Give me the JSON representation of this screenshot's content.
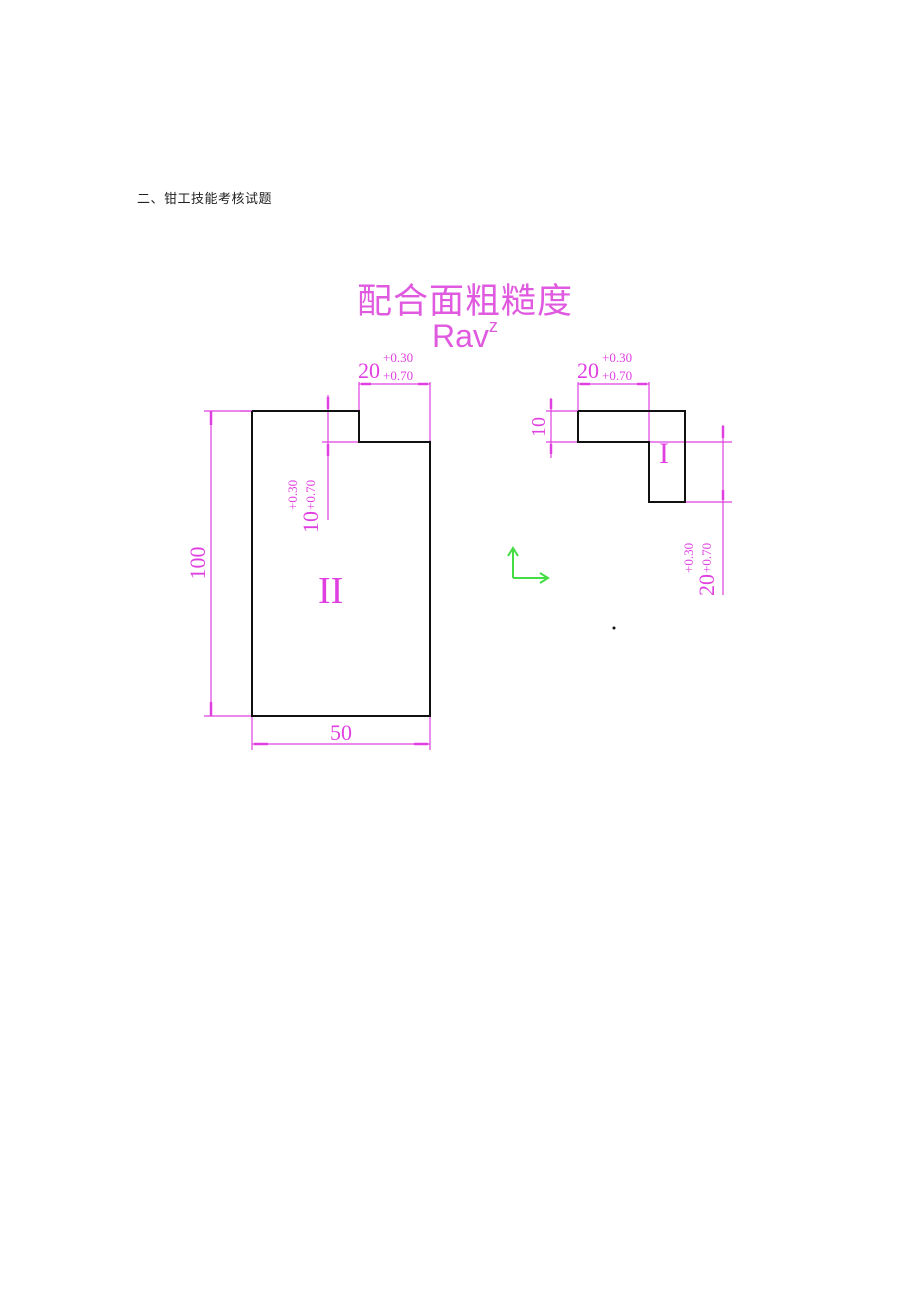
{
  "document": {
    "heading": "二、钳工技能考核试题"
  },
  "annotation": {
    "roughness_title": "配合面粗糙度",
    "roughness_symbol": "Rav",
    "roughness_superscript": "z"
  },
  "part_II": {
    "label": "II",
    "height_dim": "100",
    "width_dim": "50",
    "step_width_dim": "20",
    "step_width_tol_upper": "+0.30",
    "step_width_tol_lower": "+0.70",
    "step_depth_dim": "10",
    "step_depth_tol_upper": "+0.30",
    "step_depth_tol_lower": "+0.70"
  },
  "part_I": {
    "label": "I",
    "top_width_dim": "20",
    "top_width_tol_upper": "+0.30",
    "top_width_tol_lower": "+0.70",
    "thickness_dim": "10",
    "leg_height_dim": "20",
    "leg_height_tol_upper": "+0.30",
    "leg_height_tol_lower": "+0.70"
  },
  "colors": {
    "dimension": "#e040e0",
    "outline": "#111111",
    "axis": "#44dd44"
  },
  "icons": {
    "ucs_axis": "ucs-axis-icon"
  }
}
